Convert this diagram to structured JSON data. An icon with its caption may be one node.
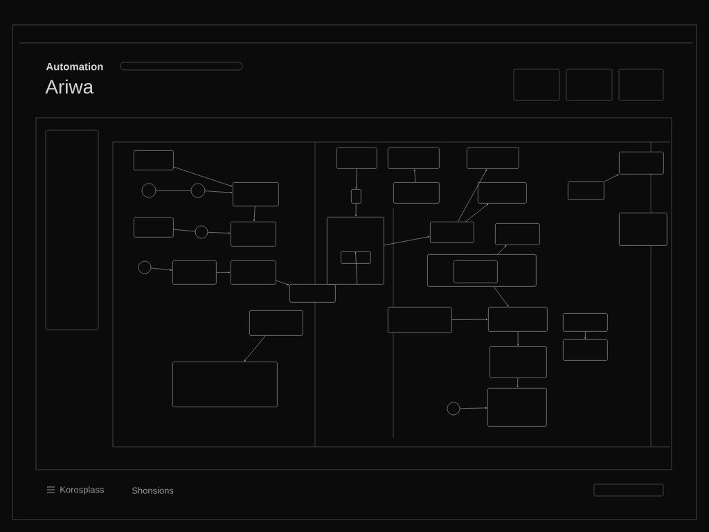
{
  "diagram": {
    "title": "Automation",
    "nodes": [
      {
        "text": [],
        "shape": "box"
      },
      {
        "text": [],
        "shape": "box"
      },
      {
        "text": [],
        "shape": "box"
      },
      {
        "text": [],
        "shape": "box"
      },
      {
        "text": [],
        "shape": "box"
      },
      {
        "text": [],
        "shape": "box"
      },
      {
        "text": [],
        "shape": "box"
      },
      {
        "text": [],
        "shape": "box"
      },
      {
        "text": [],
        "shape": "box"
      },
      {
        "text": [],
        "shape": "box"
      },
      {
        "text": [],
        "shape": "box"
      },
      {
        "text": [],
        "shape": "box"
      },
      {
        "text": [],
        "shape": "box"
      },
      {
        "text": [],
        "shape": "box"
      },
      {
        "text": [],
        "shape": "box"
      },
      {
        "text": [],
        "shape": "box"
      },
      {
        "text": [],
        "shape": "box"
      },
      {
        "text": [],
        "shape": "box"
      },
      {
        "text": [],
        "shape": "box",
        "in": 17
      },
      {
        "text": [],
        "shape": "box"
      },
      {
        "text": [],
        "shape": "box"
      },
      {
        "text": [],
        "shape": "box"
      },
      {
        "text": [],
        "shape": "box"
      },
      {
        "text": [],
        "shape": "box"
      },
      {
        "text": [],
        "shape": "box"
      },
      {
        "text": [],
        "shape": "box"
      },
      {
        "text": [],
        "shape": "box"
      },
      {
        "text": [],
        "shape": "box"
      },
      {
        "text": [],
        "shape": "circle"
      },
      {
        "text": [],
        "shape": "circle"
      },
      {
        "text": [],
        "shape": "circle"
      },
      {
        "text": [],
        "shape": "circle"
      },
      {
        "text": [],
        "shape": "circle"
      },
      {
        "text": [],
        "shape": "box"
      },
      {
        "text": [],
        "shape": "box",
        "in": 14
      }
    ],
    "edges": [
      {
        "from": 28,
        "to": 29,
        "arrow": "none"
      },
      {
        "from": 29,
        "to": 1,
        "arrow": "to"
      },
      {
        "from": 0,
        "to": 1,
        "arrow": "to"
      },
      {
        "from": 2,
        "to": 30,
        "arrow": "none"
      },
      {
        "from": 30,
        "to": 3,
        "arrow": "to"
      },
      {
        "from": 1,
        "to": 3,
        "arrow": "to"
      },
      {
        "from": 31,
        "to": 4,
        "arrow": "to"
      },
      {
        "from": 4,
        "to": 5,
        "arrow": "to"
      },
      {
        "from": 5,
        "to": 6,
        "arrow": "to"
      },
      {
        "from": 7,
        "to": 8,
        "arrow": "to"
      },
      {
        "from": 9,
        "to": 33,
        "arrow": "to"
      },
      {
        "from": 33,
        "to": 14,
        "arrow": "to"
      },
      {
        "from": 14,
        "to": 34,
        "arrow": "to"
      },
      {
        "from": 11,
        "to": 10,
        "arrow": "to"
      },
      {
        "from": 14,
        "to": 15,
        "arrow": "to"
      },
      {
        "from": 15,
        "to": 12,
        "arrow": "to"
      },
      {
        "from": 15,
        "to": 13,
        "arrow": "to"
      },
      {
        "from": 17,
        "to": 16,
        "arrow": "to"
      },
      {
        "from": 17,
        "to": 20,
        "arrow": "to"
      },
      {
        "from": 20,
        "to": 21,
        "arrow": "to"
      },
      {
        "from": 21,
        "to": 22,
        "arrow": "to"
      },
      {
        "from": 32,
        "to": 22,
        "arrow": "to"
      },
      {
        "from": 23,
        "to": 24,
        "arrow": "to"
      },
      {
        "from": 26,
        "to": 27,
        "arrow": "to"
      },
      {
        "from": 19,
        "to": 20,
        "arrow": "to"
      }
    ],
    "labels": [
      "Ariwa",
      "Korosplass",
      "Shonsions"
    ]
  }
}
